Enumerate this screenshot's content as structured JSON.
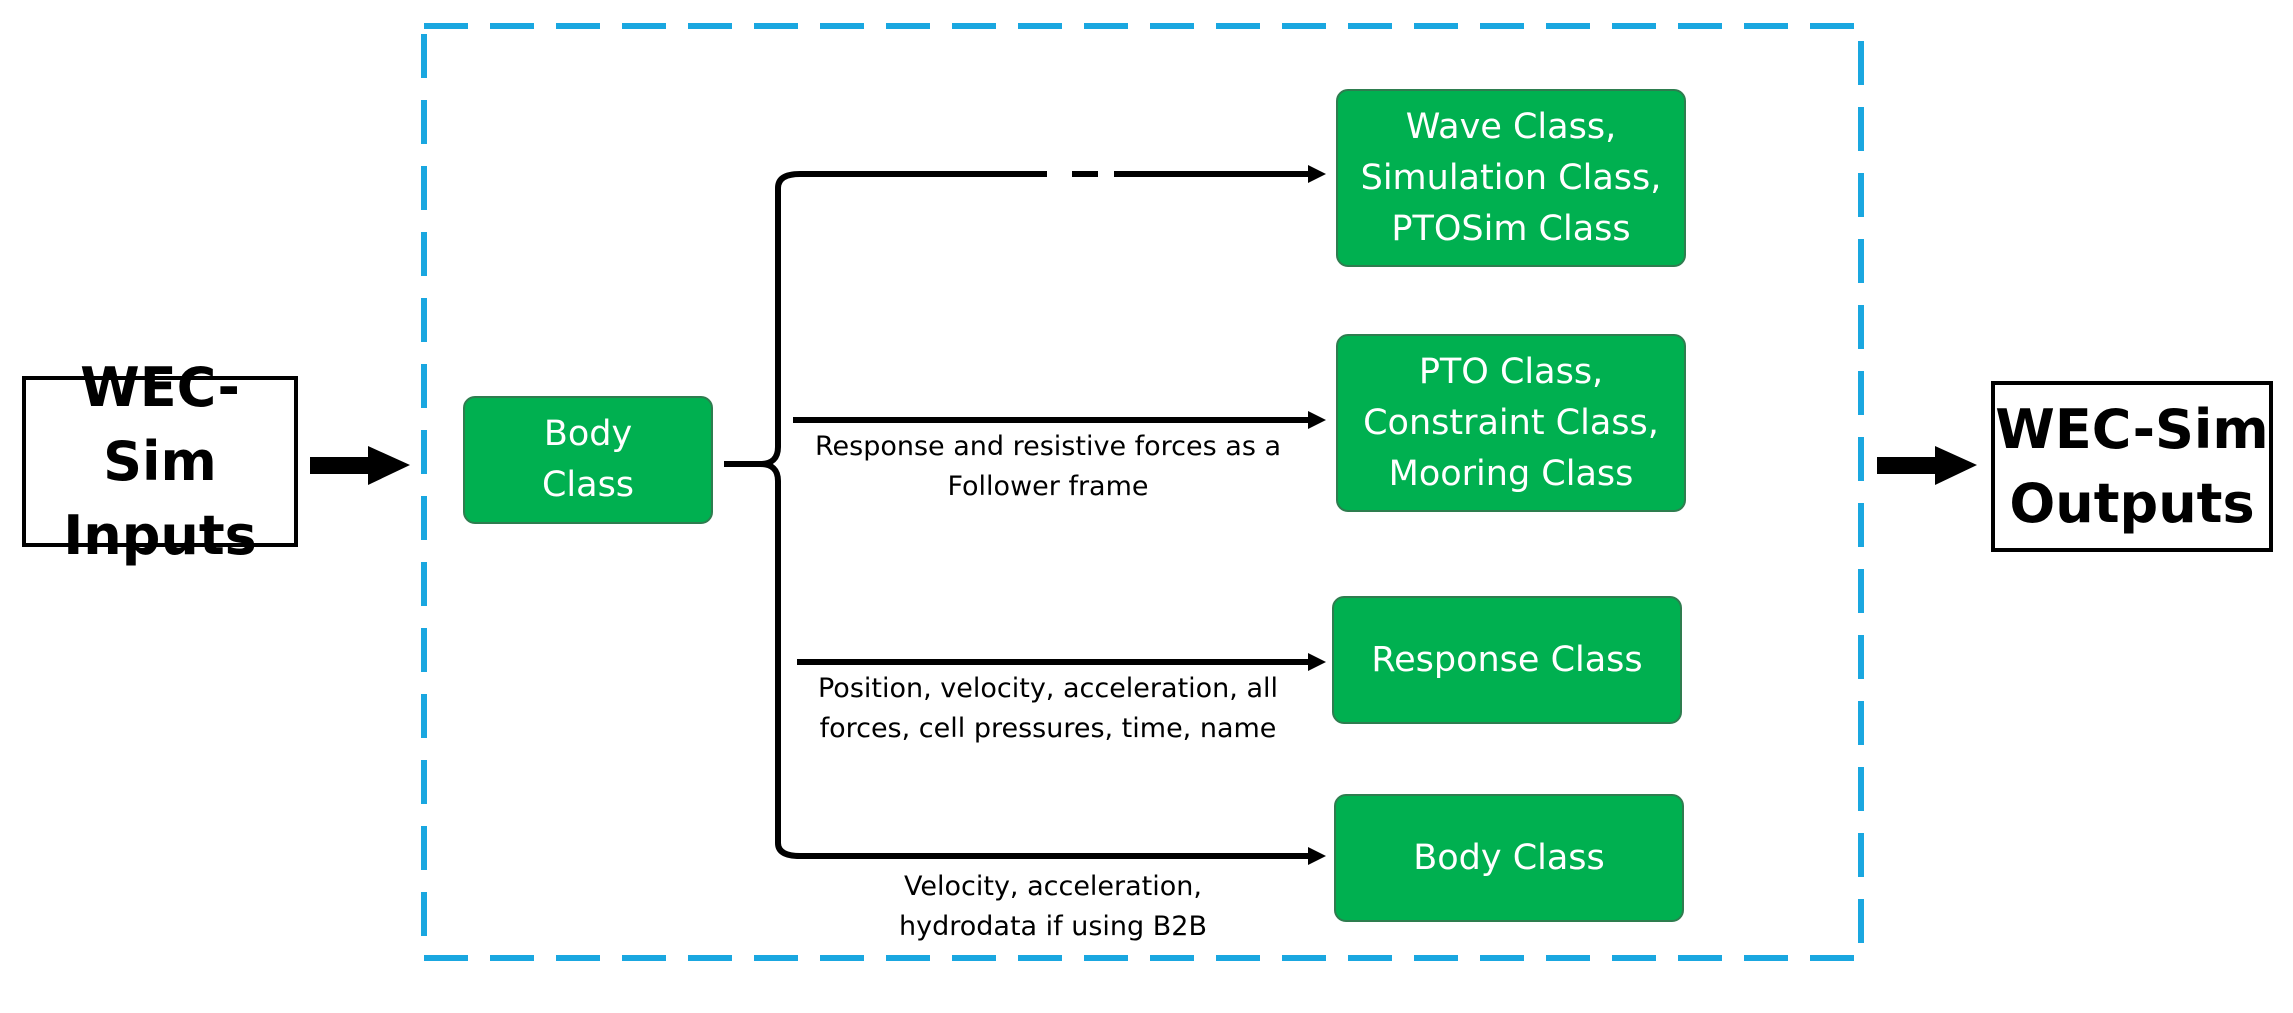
{
  "colors": {
    "container_border": "#1aa7e0",
    "class_box_fill": "#00b050",
    "arrow": "#000000",
    "text_on_green": "#ffffff"
  },
  "inputs": {
    "lines": [
      "WEC-Sim",
      "Inputs"
    ]
  },
  "outputs": {
    "lines": [
      "WEC-Sim",
      "Outputs"
    ]
  },
  "source": {
    "lines": [
      "Body",
      "Class"
    ]
  },
  "targets": [
    {
      "lines": [
        "Wave Class,",
        "Simulation Class,",
        "PTOSim Class"
      ],
      "label": []
    },
    {
      "lines": [
        "PTO Class,",
        "Constraint Class,",
        "Mooring Class"
      ],
      "label": [
        "Response and resistive forces as a",
        "Follower frame"
      ]
    },
    {
      "lines": [
        "Response Class"
      ],
      "label": [
        "Position, velocity, acceleration, all",
        "forces, cell pressures, time, name"
      ]
    },
    {
      "lines": [
        "Body Class"
      ],
      "label": [
        "Velocity, acceleration,",
        "hydrodata if using B2B"
      ]
    }
  ]
}
